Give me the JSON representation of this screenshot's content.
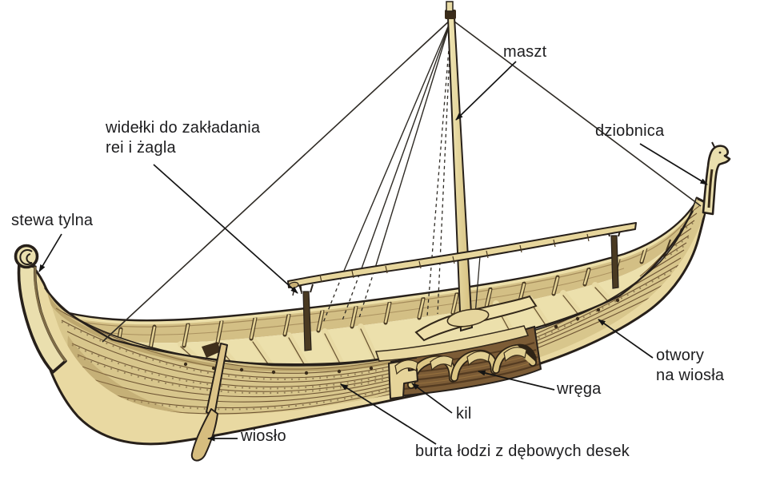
{
  "diagram": {
    "subject": "viking-longship-cutaway",
    "labels": {
      "maszt": "maszt",
      "widelki": "widełki do zakładania\nrei i żagla",
      "dziobnica": "dziobnica",
      "stewa_tylna": "stewa tylna",
      "otwory": "otwory\nna wiosła",
      "wrega": "wręga",
      "kil": "kil",
      "wioslo": "wiosło",
      "burta": "burta łodzi z dębowych desek"
    },
    "palette": {
      "background": "#ffffff",
      "hull_light": "#e9d9a2",
      "plank_mid": "#d8c68c",
      "plank_line": "#6a5030",
      "deck": "#eee2ae",
      "cutaway_dark": "#7c5c36",
      "outline": "#27201a",
      "label_text": "#1d1d1f"
    }
  }
}
